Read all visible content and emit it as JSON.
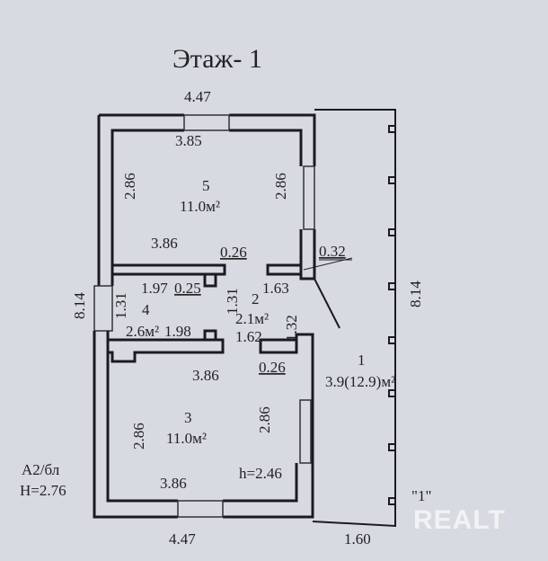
{
  "title": "Этаж- 1",
  "dimensions": {
    "top_width": "4.47",
    "bottom_width": "4.47",
    "porch_width": "1.60",
    "left_height": "8.14",
    "right_height": "8.14",
    "room5_top": "3.85",
    "room5_left": "2.86",
    "room5_right": "2.86",
    "room5_bottom": "3.86",
    "wall_026_top": "0.26",
    "wall_032": "0.32",
    "hall_197": "1.97",
    "wall_025": "0.25",
    "hall_131_a": "1.31",
    "hall_131_b": "1.31",
    "hall_163": "1.63",
    "hall_198": "1.98",
    "hall_162": "1.62",
    "hall_132": "1.32",
    "wall_026_bottom": "0.26",
    "room3_top": "3.86",
    "room3_left": "2.86",
    "room3_right": "2.86",
    "room3_bottom": "3.86"
  },
  "rooms": [
    {
      "number": "5",
      "area": "11.0м²"
    },
    {
      "number": "4",
      "area": "2.6м²"
    },
    {
      "number": "2",
      "area": "2.1м²"
    },
    {
      "number": "3",
      "area": "11.0м²"
    },
    {
      "number": "1",
      "area": "3.9(12.9)м²"
    }
  ],
  "notes": {
    "wall_type": "А2/бл",
    "height_total": "H=2.76",
    "height_inner": "h=2.46",
    "porch_label": "\"1\""
  },
  "watermark": "REALT"
}
